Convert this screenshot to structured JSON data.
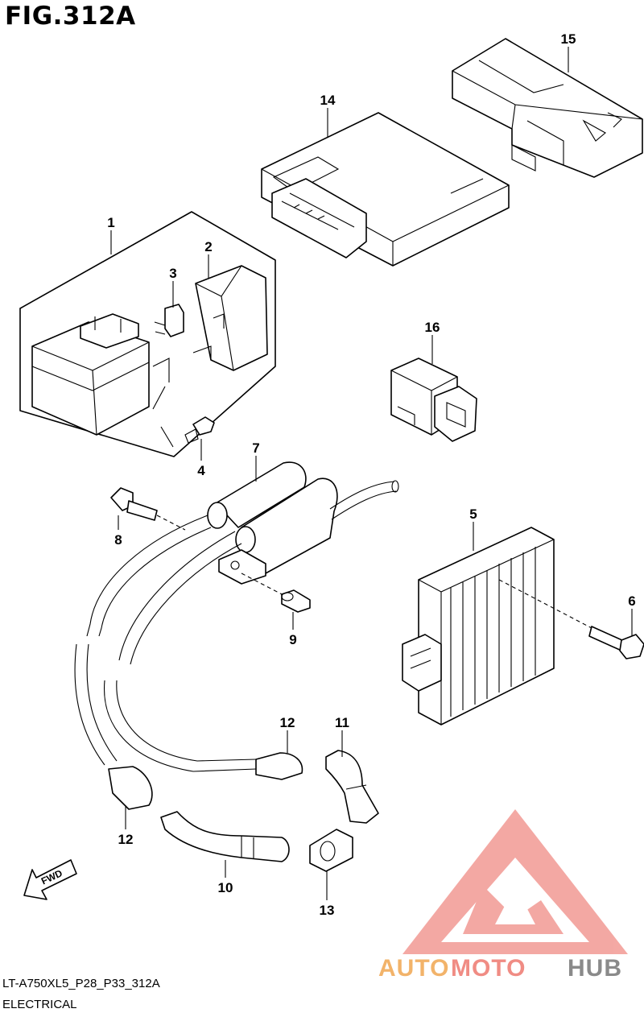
{
  "figure": {
    "title": "FIG.312A",
    "code": "LT-A750XL5_P28_P33_312A",
    "section": "ELECTRICAL"
  },
  "callouts": [
    "1",
    "2",
    "3",
    "4",
    "5",
    "6",
    "7",
    "8",
    "9",
    "10",
    "11",
    "12",
    "12",
    "13",
    "14",
    "15",
    "16"
  ],
  "direction_arrow": {
    "label": "FWD"
  },
  "watermark": {
    "auto": "AUTO",
    "moto": "MOTO",
    "hub": "HUB",
    "color_auto": "#f2b36a",
    "color_moto": "#f08c84",
    "color_hub": "#8a8a8a",
    "logo_color": "#f29a94"
  }
}
